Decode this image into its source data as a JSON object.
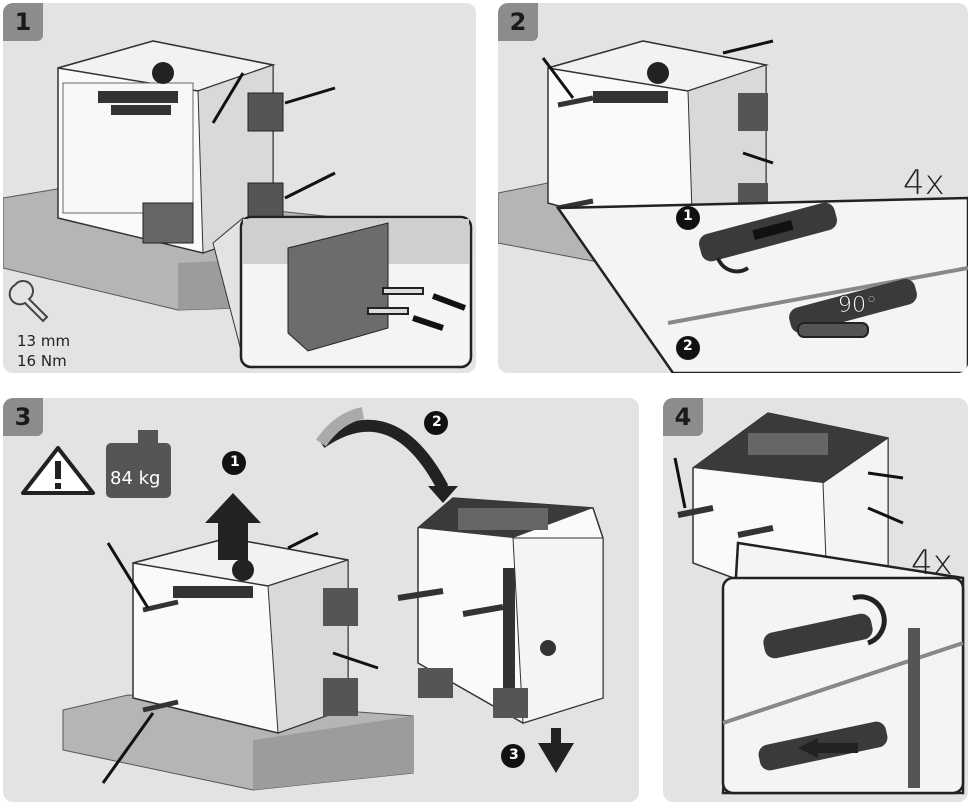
{
  "steps": [
    {
      "number": "1"
    },
    {
      "number": "2"
    },
    {
      "number": "3"
    },
    {
      "number": "4"
    }
  ],
  "step1": {
    "wrench_size": "13 mm",
    "torque": "16 Nm"
  },
  "step2": {
    "count": "4x",
    "substep_a": "1",
    "substep_b": "2",
    "rotation": "90°"
  },
  "step3": {
    "weight": "84 kg",
    "substep_lift": "1",
    "substep_rotate": "2",
    "substep_lower": "3"
  },
  "step4": {
    "count": "4x"
  }
}
